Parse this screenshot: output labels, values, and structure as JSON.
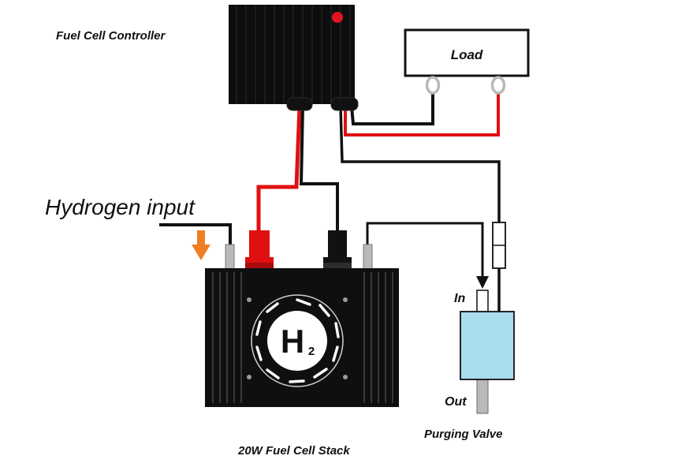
{
  "labels": {
    "controller": "Fuel Cell Controller",
    "load": "Load",
    "hydrogen_input": "Hydrogen input",
    "stack": "20W Fuel Cell Stack",
    "valve": "Purging Valve",
    "valve_in": "In",
    "valve_out": "Out",
    "h2_letter": "H",
    "h2_subscript": "2"
  },
  "colors": {
    "wire_red": "#e01010",
    "wire_black": "#111111",
    "controller_led": "#e0141e",
    "valve_body": "#a9dcee",
    "arrow": "#f07e22",
    "connector_grey": "#b9b9b9"
  }
}
